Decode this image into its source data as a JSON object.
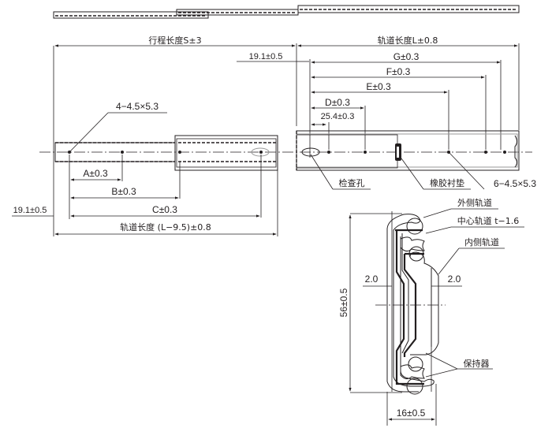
{
  "diagram": {
    "title": "Ball bearing drawer slide dimension drawing",
    "side_view": {
      "dimensions": {
        "stroke_length": "行程长度S±3",
        "rail_length": "轨道长度L±0.8",
        "offset_top": "19.1±0.5",
        "G": "G±0.3",
        "F": "F±0.3",
        "E": "E±0.3",
        "D": "D±0.3",
        "pitch_25_4": "25.4±0.3",
        "A": "A±0.3",
        "B": "B±0.3",
        "C": "C±0.3",
        "offset_bottom": "19.1±0.5",
        "inner_rail_length": "轨道长度 (L−9.5)±0.8"
      },
      "callouts": {
        "holes_left": "4−4.5×5.3",
        "inspection_hole": "检查孔",
        "rubber_pad": "橡胶衬垫",
        "holes_right": "6−4.5×5.3"
      }
    },
    "cross_section": {
      "labels": {
        "outer_rail": "外侧轨道",
        "center_rail": "中心轨道 t−1.6",
        "inner_rail": "内侧轨道",
        "retainer": "保持器"
      },
      "dimensions": {
        "gap_left": "2.0",
        "gap_right": "2.0",
        "height": "56±0.5",
        "width": "16±0.5"
      }
    }
  }
}
